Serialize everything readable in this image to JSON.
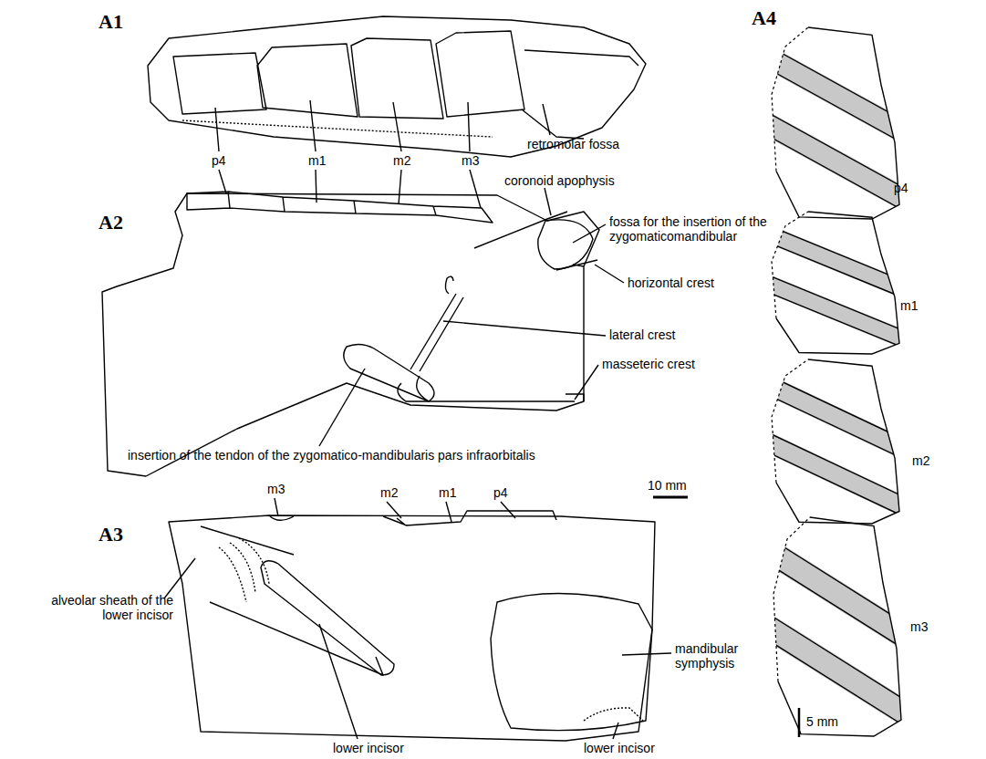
{
  "diagram": {
    "labels": [
      "A1",
      "p4",
      "m1",
      "m2",
      "m3",
      "retromolar fossa",
      "A2",
      "coronoid apophysis",
      "fossa for the insertion of the zygomaticomandibular",
      "horizontal crest",
      "lateral crest",
      "masseteric crest",
      "insertion of the tendon of the zygomatico-mandibularis pars infraorbitalis",
      "A3",
      "m3",
      "m2",
      "m1",
      "p4",
      "10 mm",
      "alveolar sheath of the lower incisor",
      "mandibular symphysis",
      "lower incisor",
      "lower incisor",
      "A4",
      "p4",
      "m1",
      "m2",
      "m3",
      "5 mm"
    ]
  }
}
